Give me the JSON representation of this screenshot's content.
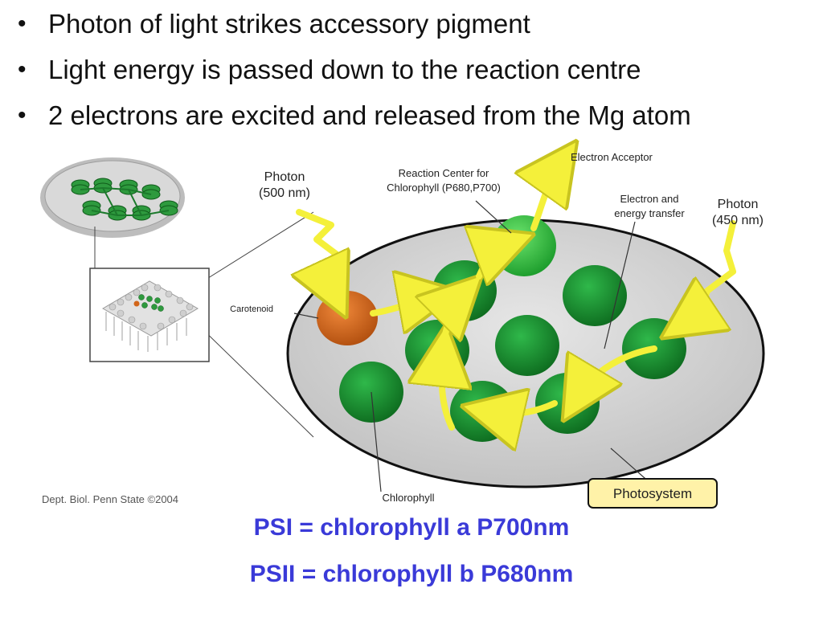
{
  "bullets": [
    "Photon of light strikes accessory pigment",
    "Light energy is passed down to the reaction centre",
    "2 electrons are excited and released from the Mg atom"
  ],
  "diagram": {
    "photon_left": [
      "Photon",
      "(500 nm)"
    ],
    "photon_right": [
      "Photon",
      "(450 nm)"
    ],
    "reaction_center": [
      "Reaction Center for",
      "Chlorophyll (P680,P700)"
    ],
    "electron_acceptor": "Electron Acceptor",
    "electron_transfer": [
      "Electron and",
      "energy transfer"
    ],
    "carotenoid": "Carotenoid",
    "chlorophyll": "Chlorophyll",
    "photosystem": "Photosystem",
    "credit": "Dept. Biol. Penn State ©2004"
  },
  "footer": {
    "psi": "PSI = chlorophyll a P700nm",
    "psii": "PSII = chlorophyll b P680nm"
  },
  "colors": {
    "text": "#111111",
    "footer_blue": "#3a3ad8",
    "chlorophyll_green": "#1b8a2e",
    "carotenoid_orange": "#d2661a",
    "arrow_yellow": "#f4f03a",
    "photosystem_gray": "#d8d8d8",
    "label_box": "#fff2a8"
  }
}
